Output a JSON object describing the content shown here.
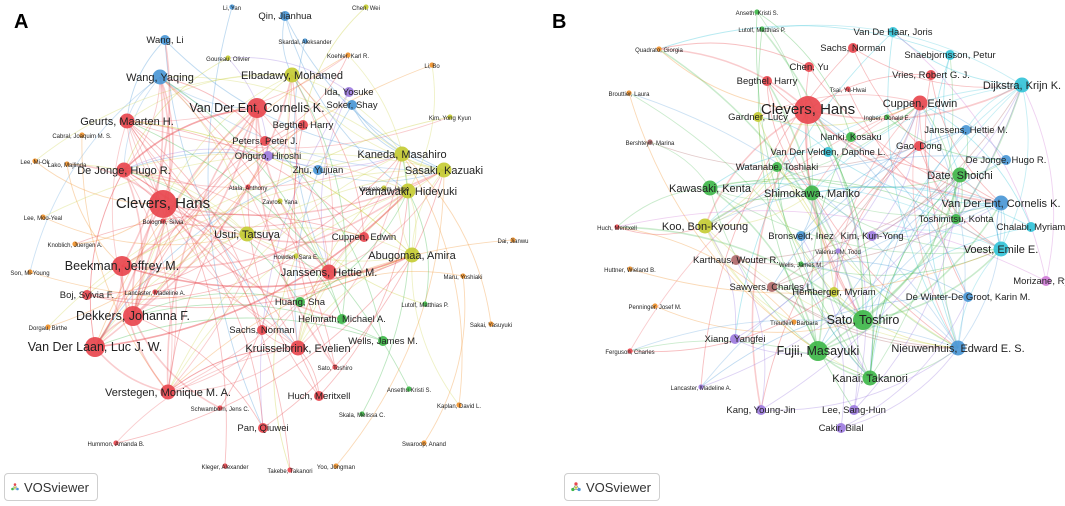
{
  "panels": [
    {
      "letter": "A",
      "watermark": "VOSviewer",
      "clusters": {
        "red": "#e8474e",
        "blue": "#4a97d6",
        "yellow": "#c5cc34",
        "green": "#3fb74a",
        "purple": "#9e7de0",
        "orange": "#f0932d",
        "cyan": "#34c3d8",
        "pink": "#d07dd8",
        "brown": "#b06a6a"
      },
      "nodes": [
        {
          "label": "Li, Yan",
          "c": "blue",
          "s": 1
        },
        {
          "label": "Qin, Jianhua",
          "c": "blue",
          "s": 2
        },
        {
          "label": "Chen, Wei",
          "c": "yellow",
          "s": 1
        },
        {
          "label": "Wang, Li",
          "c": "blue",
          "s": 2
        },
        {
          "label": "Skardal, Aleksander",
          "c": "blue",
          "s": 1
        },
        {
          "label": "Goureau, Olivier",
          "c": "yellow",
          "s": 1
        },
        {
          "label": "Koehler, Karl R.",
          "c": "orange",
          "s": 1
        },
        {
          "label": "Li, Bo",
          "c": "orange",
          "s": 1
        },
        {
          "label": "Wang, Yaqing",
          "c": "blue",
          "s": 3
        },
        {
          "label": "Elbadawy, Mohamed",
          "c": "yellow",
          "s": 3
        },
        {
          "label": "Ida, Yosuke",
          "c": "purple",
          "s": 2
        },
        {
          "label": "Van Der Ent, Cornelis K.",
          "c": "red",
          "s": 4
        },
        {
          "label": "Soker, Shay",
          "c": "blue",
          "s": 2
        },
        {
          "label": "Geurts, Maarten H.",
          "c": "red",
          "s": 3
        },
        {
          "label": "Kim, Yong Kyun",
          "c": "yellow",
          "s": 1
        },
        {
          "label": "Begthel, Harry",
          "c": "red",
          "s": 2
        },
        {
          "label": "Cabral, Joaquim M. S.",
          "c": "orange",
          "s": 1
        },
        {
          "label": "Peters, Peter J.",
          "c": "red",
          "s": 2
        },
        {
          "label": "Lee, Mi-Ok",
          "c": "orange",
          "s": 1
        },
        {
          "label": "Ohguro, Hiroshi",
          "c": "purple",
          "s": 2
        },
        {
          "label": "Kaneda, Masahiro",
          "c": "yellow",
          "s": 3
        },
        {
          "label": "De Jonge, Hugo R.",
          "c": "red",
          "s": 3
        },
        {
          "label": "Lako, Majlinda",
          "c": "orange",
          "s": 1
        },
        {
          "label": "Zhu, Yujuan",
          "c": "blue",
          "s": 2
        },
        {
          "label": "Sasaki, Kazuaki",
          "c": "yellow",
          "s": 3
        },
        {
          "label": "Atala, Anthony",
          "c": "red",
          "s": 1
        },
        {
          "label": "Vankelecom, Hugo",
          "c": "yellow",
          "s": 1
        },
        {
          "label": "Clevers, Hans",
          "c": "red",
          "s": 5
        },
        {
          "label": "Zavros, Yana",
          "c": "yellow",
          "s": 1
        },
        {
          "label": "Yamawaki, Hideyuki",
          "c": "yellow",
          "s": 3
        },
        {
          "label": "Lee, Moo-Yeal",
          "c": "orange",
          "s": 1
        },
        {
          "label": "Usui, Tatsuya",
          "c": "yellow",
          "s": 3
        },
        {
          "label": "Bolognin, Silvia",
          "c": "red",
          "s": 1
        },
        {
          "label": "Cuppen, Edwin",
          "c": "red",
          "s": 2
        },
        {
          "label": "Knoblich, Juergen A.",
          "c": "orange",
          "s": 1
        },
        {
          "label": "Dai, Jianwu",
          "c": "orange",
          "s": 1
        },
        {
          "label": "Beekman, Jeffrey M.",
          "c": "red",
          "s": 4
        },
        {
          "label": "Howden, Sara E.",
          "c": "yellow",
          "s": 1
        },
        {
          "label": "Abugomaa, Amira",
          "c": "yellow",
          "s": 3
        },
        {
          "label": "Janssens, Hettie M.",
          "c": "red",
          "s": 3
        },
        {
          "label": "Son, Mi-Young",
          "c": "orange",
          "s": 1
        },
        {
          "label": "Maru, Yoshiaki",
          "c": "orange",
          "s": 1
        },
        {
          "label": "Boj, Sylvia F.",
          "c": "red",
          "s": 2
        },
        {
          "label": "Lancaster, Madeline A.",
          "c": "red",
          "s": 1
        },
        {
          "label": "Huang, Sha",
          "c": "green",
          "s": 2
        },
        {
          "label": "Lutolf, Matthias P.",
          "c": "green",
          "s": 1
        },
        {
          "label": "Dekkers, Johanna F.",
          "c": "red",
          "s": 4
        },
        {
          "label": "Dorgau, Birthe",
          "c": "orange",
          "s": 1
        },
        {
          "label": "Sachs, Norman",
          "c": "red",
          "s": 2
        },
        {
          "label": "Helmrath, Michael A.",
          "c": "green",
          "s": 2
        },
        {
          "label": "Sakai, Yasuyuki",
          "c": "orange",
          "s": 1
        },
        {
          "label": "Van Der Laan, Luc J. W.",
          "c": "red",
          "s": 4
        },
        {
          "label": "Kruisselbrink, Evelien",
          "c": "red",
          "s": 3
        },
        {
          "label": "Wells, James M.",
          "c": "green",
          "s": 2
        },
        {
          "label": "Sato, Toshiro",
          "c": "red",
          "s": 1
        },
        {
          "label": "Verstegen, Monique M. A.",
          "c": "red",
          "s": 3
        },
        {
          "label": "Ansethu Kristi S.",
          "c": "green",
          "s": 1
        },
        {
          "label": "Huch, Meritxell",
          "c": "red",
          "s": 2
        },
        {
          "label": "Schwamborn, Jens C.",
          "c": "red",
          "s": 1
        },
        {
          "label": "Skala, Melissa C.",
          "c": "green",
          "s": 1
        },
        {
          "label": "Kaplan, David L.",
          "c": "orange",
          "s": 1
        },
        {
          "label": "Pan, Qiuwei",
          "c": "red",
          "s": 2
        },
        {
          "label": "Swaroop, Anand",
          "c": "orange",
          "s": 1
        },
        {
          "label": "Hummon, Amanda B.",
          "c": "red",
          "s": 1
        },
        {
          "label": "Kleger, Alexander",
          "c": "red",
          "s": 1
        },
        {
          "label": "Takebe, Takanori",
          "c": "red",
          "s": 1
        },
        {
          "label": "Yoo, Jongman",
          "c": "orange",
          "s": 1
        }
      ]
    },
    {
      "letter": "B",
      "watermark": "VOSviewer",
      "clusters": {
        "red": "#e8474e",
        "blue": "#4a97d6",
        "yellow": "#c5cc34",
        "green": "#3fb74a",
        "purple": "#9e7de0",
        "orange": "#f0932d",
        "cyan": "#34c3d8",
        "pink": "#d07dd8",
        "brown": "#b06a6a"
      },
      "nodes": [
        {
          "label": "Anseth, Kristi S.",
          "c": "green",
          "s": 1
        },
        {
          "label": "Lutolf, Matthias P.",
          "c": "green",
          "s": 1
        },
        {
          "label": "Van De Haar, Joris",
          "c": "cyan",
          "s": 2
        },
        {
          "label": "Quadrato, Giorgia",
          "c": "orange",
          "s": 1
        },
        {
          "label": "Sachs, Norman",
          "c": "red",
          "s": 2
        },
        {
          "label": "Snaebjornsson, Petur",
          "c": "cyan",
          "s": 2
        },
        {
          "label": "Chen, Yu",
          "c": "red",
          "s": 2
        },
        {
          "label": "Begthel, Harry",
          "c": "red",
          "s": 2
        },
        {
          "label": "Vries, Robert G. J.",
          "c": "red",
          "s": 2
        },
        {
          "label": "Dijkstra, Krijn K.",
          "c": "cyan",
          "s": 3
        },
        {
          "label": "Tsai, Yu-Hwai",
          "c": "red",
          "s": 1
        },
        {
          "label": "Clevers, Hans",
          "c": "red",
          "s": 5
        },
        {
          "label": "Brouttier, Laura",
          "c": "orange",
          "s": 1
        },
        {
          "label": "Cuppen, Edwin",
          "c": "red",
          "s": 3
        },
        {
          "label": "Ingber, Donald E.",
          "c": "green",
          "s": 1
        },
        {
          "label": "Gardner, Lucy",
          "c": "yellow",
          "s": 2
        },
        {
          "label": "Janssens, Hettie M.",
          "c": "blue",
          "s": 2
        },
        {
          "label": "Nanki, Kosaku",
          "c": "green",
          "s": 2
        },
        {
          "label": "Bershteyn, Marina",
          "c": "brown",
          "s": 1
        },
        {
          "label": "Gao, Dong",
          "c": "red",
          "s": 2
        },
        {
          "label": "Van Der Velden, Daphne L.",
          "c": "cyan",
          "s": 2
        },
        {
          "label": "De Jonge, Hugo R.",
          "c": "blue",
          "s": 2
        },
        {
          "label": "Watanabe, Toshiaki",
          "c": "green",
          "s": 2
        },
        {
          "label": "Date, Shoichi",
          "c": "green",
          "s": 3
        },
        {
          "label": "Kawasaki, Kenta",
          "c": "green",
          "s": 3
        },
        {
          "label": "Shimokawa, Mariko",
          "c": "green",
          "s": 3
        },
        {
          "label": "Van Der Ent, Cornelis K.",
          "c": "blue",
          "s": 3
        },
        {
          "label": "Toshimitsu, Kohta",
          "c": "green",
          "s": 2
        },
        {
          "label": "Chalabi, Myriam",
          "c": "cyan",
          "s": 2
        },
        {
          "label": "Huch, Meritxell",
          "c": "red",
          "s": 1
        },
        {
          "label": "Koo, Bon-Kyoung",
          "c": "yellow",
          "s": 3
        },
        {
          "label": "Kim, Kun-Yong",
          "c": "purple",
          "s": 2
        },
        {
          "label": "Bronsveld, Inez",
          "c": "blue",
          "s": 2
        },
        {
          "label": "Voest, Emile E.",
          "c": "cyan",
          "s": 3
        },
        {
          "label": "Valerius, M. Todd",
          "c": "purple",
          "s": 1
        },
        {
          "label": "Karthaus, Wouter R.",
          "c": "brown",
          "s": 2
        },
        {
          "label": "Wells, James M.",
          "c": "green",
          "s": 1
        },
        {
          "label": "Huttner, Wieland B.",
          "c": "orange",
          "s": 1
        },
        {
          "label": "Morizane, Ryuji",
          "c": "pink",
          "s": 2
        },
        {
          "label": "Sawyers, Charles L.",
          "c": "brown",
          "s": 2
        },
        {
          "label": "Hemberger, Myriam",
          "c": "yellow",
          "s": 2
        },
        {
          "label": "De Winter-De Groot, Karin M.",
          "c": "blue",
          "s": 2
        },
        {
          "label": "Penninger, Josef M.",
          "c": "orange",
          "s": 1
        },
        {
          "label": "Sato, Toshiro",
          "c": "green",
          "s": 4
        },
        {
          "label": "Treutlein, Barbara",
          "c": "orange",
          "s": 1
        },
        {
          "label": "Xiang, Yangfei",
          "c": "purple",
          "s": 2
        },
        {
          "label": "Ferguson, Charles",
          "c": "red",
          "s": 1
        },
        {
          "label": "Fujii, Masayuki",
          "c": "green",
          "s": 4
        },
        {
          "label": "Nieuwenhuis, Edward E. S.",
          "c": "blue",
          "s": 3
        },
        {
          "label": "Kanai, Takanori",
          "c": "green",
          "s": 3
        },
        {
          "label": "Lancaster, Madeline A.",
          "c": "purple",
          "s": 1
        },
        {
          "label": "Kang, Young-Jin",
          "c": "purple",
          "s": 2
        },
        {
          "label": "Lee, Sang-Hun",
          "c": "purple",
          "s": 2
        },
        {
          "label": "Cakir, Bilal",
          "c": "purple",
          "s": 2
        }
      ]
    }
  ]
}
